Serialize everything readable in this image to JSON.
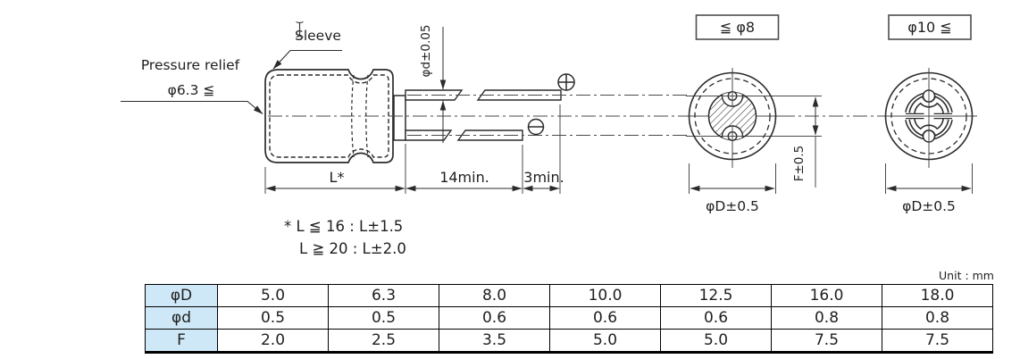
{
  "drawing": {
    "pressure_relief_label": "Pressure relief",
    "pressure_relief_dia": "φ6.3 ≦",
    "sleeve_label": "Sleeve",
    "lead_dia_label": "φd±0.05",
    "case_length_label": "L*",
    "lead_length_label": "14min.",
    "lead_stagger_label": "3min.",
    "notes": [
      "* L ≦ 16 : L±1.5",
      "L ≧ 20 : L±2.0"
    ],
    "view_small": {
      "header": "≦ φ8",
      "dia_label": "φD±0.5",
      "pitch_label": "F±0.5"
    },
    "view_large": {
      "header": "φ10 ≦",
      "dia_label": "φD±0.5"
    }
  },
  "table": {
    "unit_label": "Unit : mm",
    "rows": [
      {
        "header": "φD",
        "values": [
          "5.0",
          "6.3",
          "8.0",
          "10.0",
          "12.5",
          "16.0",
          "18.0"
        ]
      },
      {
        "header": "φd",
        "values": [
          "0.5",
          "0.5",
          "0.6",
          "0.6",
          "0.6",
          "0.8",
          "0.8"
        ]
      },
      {
        "header": "F",
        "values": [
          "2.0",
          "2.5",
          "3.5",
          "5.0",
          "5.0",
          "7.5",
          "7.5"
        ]
      }
    ]
  },
  "colors": {
    "outline": "#2b2b2b",
    "dim_line": "#4a4a4a",
    "table_header_bg": "#cfe8f7",
    "text": "#1f1f1f"
  }
}
